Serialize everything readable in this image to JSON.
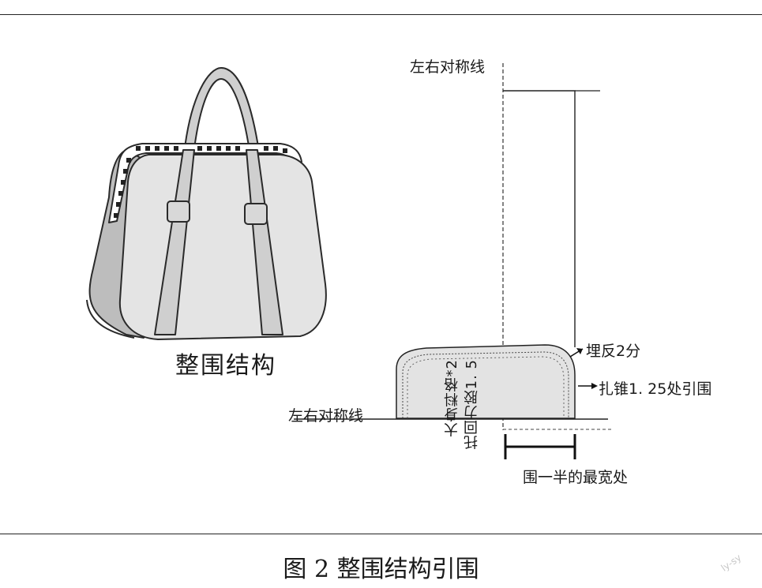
{
  "bag": {
    "label": "整围结构"
  },
  "pattern": {
    "top_centerline_label": "左右对称线",
    "bottom_centerline_label": "左右对称线",
    "fold_label": "埋反2分",
    "notch_label": "扎锥1. 25处引围",
    "width_label": "围一半的最宽处",
    "material_line1": "大身料格*2",
    "material_line2": "托回力胶1. 5"
  },
  "caption": "图 2  整围结构引围",
  "watermark": "ly-sy"
}
